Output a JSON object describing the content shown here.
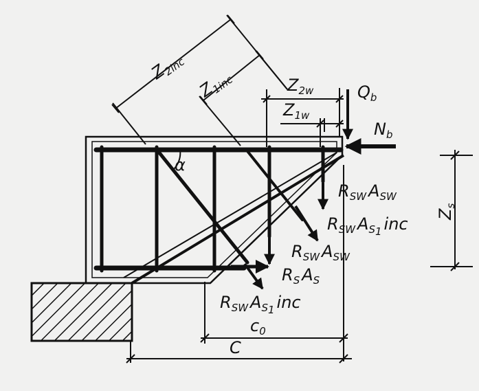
{
  "labels": {
    "z2inc": {
      "main": "Z",
      "sub": "2inc"
    },
    "z1inc": {
      "main": "Z",
      "sub": "1inc"
    },
    "z2w": {
      "main": "Z",
      "sub": "2w"
    },
    "z1w": {
      "main": "Z",
      "sub": "1w"
    },
    "qb": {
      "main": "Q",
      "sub": "b"
    },
    "nb": {
      "main": "N",
      "sub": "b"
    },
    "zs": {
      "main": "Z",
      "sub": "s"
    },
    "alpha": "α",
    "rsw_asw_upper": {
      "main": "R",
      "sub1": "SW",
      "mid": "A",
      "sub2": "SW"
    },
    "rsw_as1inc_upper": {
      "main": "R",
      "sub1": "SW",
      "mid": "A",
      "sub2": "S",
      "sub3": "1",
      "tail": "inc"
    },
    "rsw_asw_lower": {
      "main": "R",
      "sub1": "SW",
      "mid": "A",
      "sub2": "SW"
    },
    "rs_as": {
      "main": "R",
      "sub1": "S",
      "mid": "A",
      "sub2": "S"
    },
    "rsw_as1inc_lower": {
      "main": "R",
      "sub1": "SW",
      "mid": "A",
      "sub2": "S",
      "sub3": "1",
      "tail": "inc"
    },
    "c0": {
      "main": "c",
      "sub": "0"
    },
    "c": "C"
  },
  "colors": {
    "ink": "#111111",
    "paper": "#f1f1f0",
    "hatch": "#111111"
  }
}
